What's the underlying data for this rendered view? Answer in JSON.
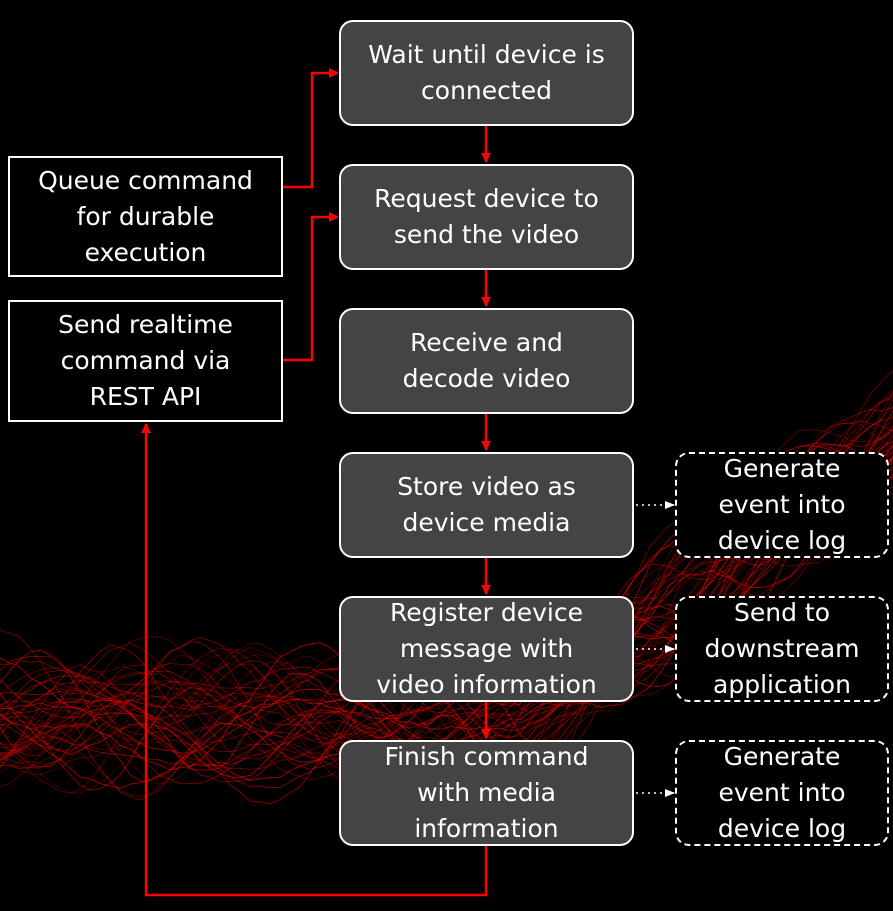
{
  "diagram": {
    "steps": [
      "Wait until device is\nconnected",
      "Request device to\nsend the video",
      "Receive and\ndecode video",
      "Store video as\ndevice media",
      "Register device\nmessage with\nvideo information",
      "Finish command\nwith media\ninformation"
    ],
    "triggers": [
      "Queue command\nfor durable\nexecution",
      "Send realtime\ncommand via\nREST API"
    ],
    "side_effects": [
      "Generate\nevent into\ndevice log",
      "Send to\ndownstream\napplication",
      "Generate\nevent into\ndevice log"
    ]
  },
  "colors": {
    "background": "#000000",
    "step_fill": "#444444",
    "arrow": "#ff0000",
    "border": "#ffffff"
  }
}
